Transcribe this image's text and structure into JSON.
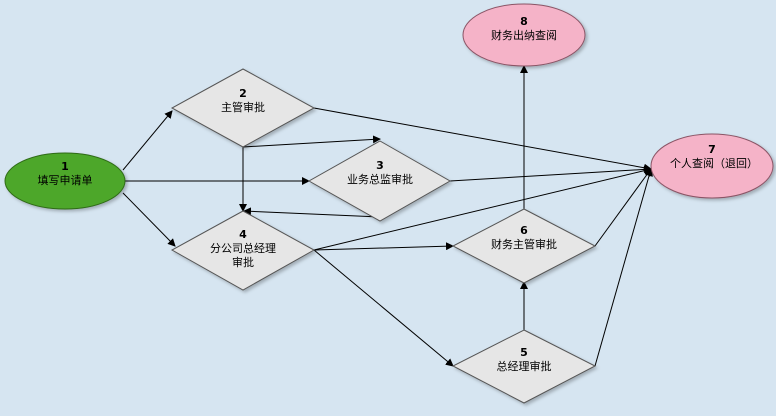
{
  "colors": {
    "background": "#d6e5f1",
    "start_fill": "#4ea72a",
    "end_fill": "#f5b3c8",
    "decision_fill": "#e6e6e6",
    "edge": "#000000"
  },
  "nodes": {
    "n1": {
      "num": "1",
      "label": "填写申请单"
    },
    "n2": {
      "num": "2",
      "label": "主管审批"
    },
    "n3": {
      "num": "3",
      "label": "业务总监审批"
    },
    "n4": {
      "num": "4",
      "label": "分公司总经理审批"
    },
    "n5": {
      "num": "5",
      "label": "总经理审批"
    },
    "n6": {
      "num": "6",
      "label": "财务主管审批"
    },
    "n7": {
      "num": "7",
      "label": "个人查阅（退回）"
    },
    "n8": {
      "num": "8",
      "label": "财务出纳查阅"
    }
  }
}
